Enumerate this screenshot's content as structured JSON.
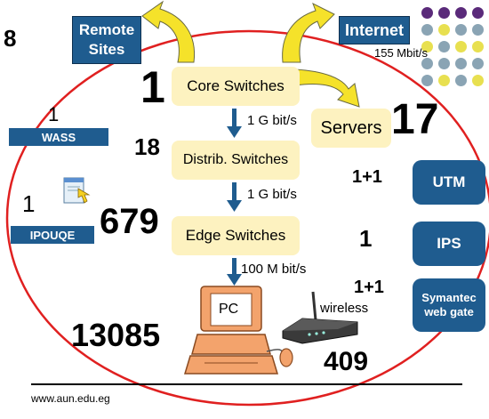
{
  "counts": {
    "remote_sites": "8",
    "core": "1",
    "wass": "1",
    "distribution": "18",
    "ipouqe": "1",
    "edge": "679",
    "servers": "17",
    "utm": "1+1",
    "ips": "1",
    "symantec": "1+1",
    "pcs": "13085",
    "wireless": "409"
  },
  "labels": {
    "remote_sites": "Remote Sites",
    "internet": "Internet",
    "internet_speed": "155 Mbit/s",
    "core": "Core Switches",
    "distribution": "Distrib. Switches",
    "edge": "Edge Switches",
    "servers": "Servers",
    "wass": "WASS",
    "ipouqe": "IPOUQE",
    "utm": "UTM",
    "ips": "IPS",
    "symantec": "Symantec web gate",
    "pc": "PC",
    "wireless": "wireless",
    "footer_url": "www.aun.edu.eg"
  },
  "links": {
    "core_to_distribution": "1 G bit/s",
    "distribution_to_edge": "1 G bit/s",
    "edge_to_pc": "100 M bit/s"
  },
  "colors": {
    "ellipse": "#e02020",
    "tier_box": "#fdf2c0",
    "blue_box": "#1f5c8f",
    "arrow_blue": "#1f5c8f",
    "curve_arrow": "#f5e22a",
    "dot_purple": "#5a2a7a",
    "dot_gray": "#8aa4b4",
    "dot_yellow": "#e8e050"
  },
  "icons": [
    "document-pointer-icon",
    "pc-computer-icon",
    "wireless-router-icon",
    "mouse-icon"
  ]
}
